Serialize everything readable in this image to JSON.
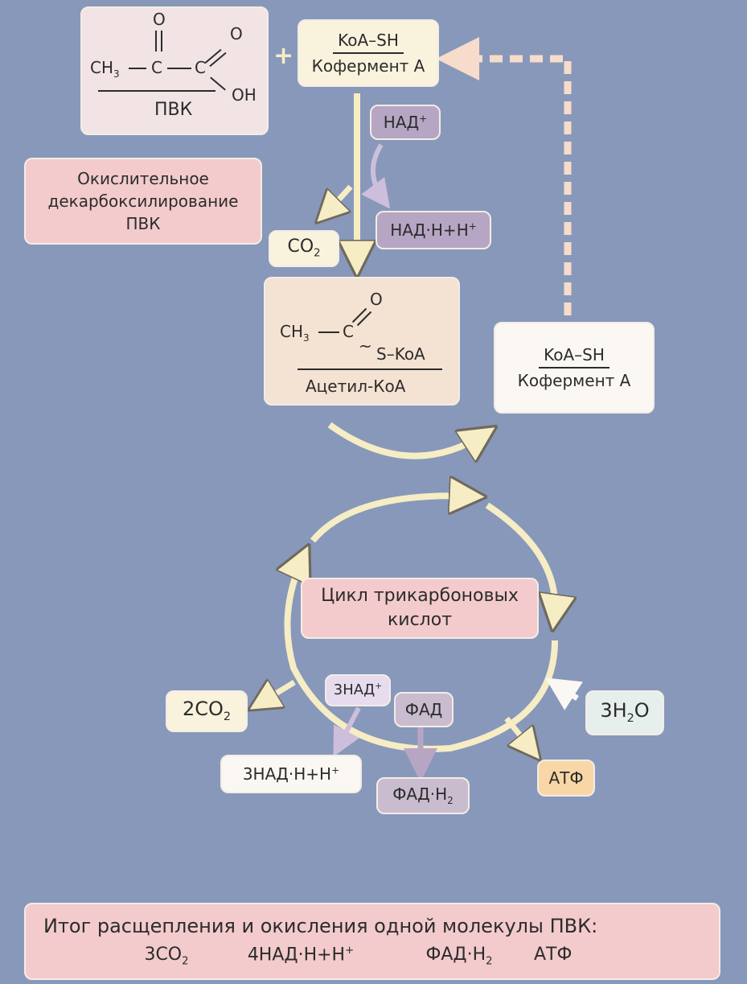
{
  "pvk": {
    "name": "ПВК",
    "ch3": "CH",
    "ch3_sub": "3",
    "c1": "C",
    "c2": "C",
    "o_top": "O",
    "o_right": "O",
    "oh": "OH"
  },
  "plus": "+",
  "coa_top": {
    "line1": "KoA–SH",
    "line2": "Кофермент А"
  },
  "nad": {
    "text": "НАД",
    "sup": "+"
  },
  "nadh": {
    "text": "НАД·Н+Н",
    "sup": "+"
  },
  "oxid": {
    "line1": "Окислительное",
    "line2": "декарбоксилирование",
    "line3": "ПВК"
  },
  "co2": {
    "text": "CO",
    "sub": "2"
  },
  "acetyl": {
    "ch3": "CH",
    "ch3_sub": "3",
    "c": "C",
    "o": "O",
    "tilde": "~",
    "skoa": "S–KoA",
    "name": "Ацетил-КоА"
  },
  "coa_right": {
    "line1": "KoA–SH",
    "line2": "Кофермент А"
  },
  "cycle": {
    "line1": "Цикл трикарбоновых",
    "line2": "кислот"
  },
  "co2_2": {
    "text": "2CO",
    "sub": "2"
  },
  "nad3": {
    "text": "3НАД",
    "sup": "+"
  },
  "fad": "ФАД",
  "h2o": {
    "pre": "3H",
    "sub": "2",
    "post": "O"
  },
  "nadh3": {
    "text": "3НАД·Н+Н",
    "sup": "+"
  },
  "fadh2": {
    "text": "ФАД·Н",
    "sub": "2"
  },
  "atp": "АТФ",
  "summary": {
    "title": "Итог расщепления и окисления одной молекулы ПВК:",
    "item1": "3CO",
    "item1_sub": "2",
    "item2": "4НАД·Н+Н",
    "item2_sup": "+",
    "item3": "ФАД·Н",
    "item3_sub": "2",
    "item4": "АТФ"
  },
  "colors": {
    "background": "#8898ba",
    "arrow_cream": "#f6edc4",
    "arrow_dashed": "#f7dccb",
    "arrow_lilac": "#cdbfdb",
    "arrow_fad": "#b7a5c4",
    "arrow_white": "#fbf8f3"
  }
}
